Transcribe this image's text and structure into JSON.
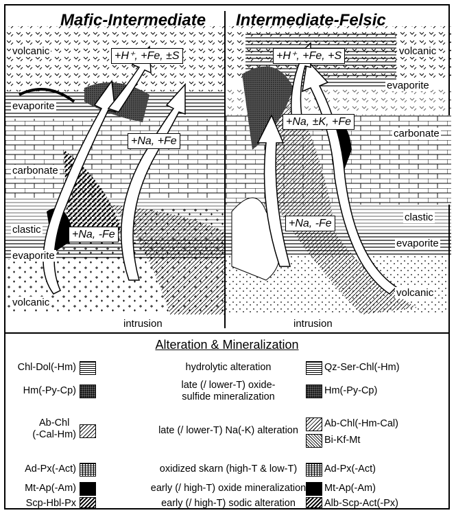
{
  "titles": {
    "left": "Mafic-Intermediate",
    "right": "Intermediate-Felsic"
  },
  "left_labels": {
    "volcanic_top": "volcanic",
    "evaporite_top": "evaporite",
    "carbonate": "carbonate",
    "clastic": "clastic",
    "evaporite_bottom": "evaporite",
    "volcanic_bottom": "volcanic",
    "intrusion": "intrusion"
  },
  "right_labels": {
    "volcanic_top": "volcanic",
    "evaporite_top": "evaporite",
    "carbonate": "carbonate",
    "clastic": "clastic",
    "evaporite_bottom": "evaporite",
    "volcanic_bottom": "volcanic",
    "intrusion": "intrusion"
  },
  "fluid_boxes": {
    "left_top": "+H⁺, +Fe, ±S",
    "left_mid": "+Na, +Fe",
    "left_bottom": "+Na, -Fe",
    "right_top": "+H⁺, +Fe, +S",
    "right_mid": "+Na, ±K, +Fe",
    "right_bottom": "+Na, -Fe"
  },
  "legend": {
    "title": "Alteration & Mineralization",
    "rows": [
      {
        "left": "Chl-Dol(-Hm)",
        "middle": "hydrolytic alteration",
        "right": "Qz-Ser-Chl(-Hm)",
        "pattern": "hlines"
      },
      {
        "left": "Hm(-Py-Cp)",
        "middle": "late (/ lower-T) oxide-\nsulfide mineralization",
        "right": "Hm(-Py-Cp)",
        "pattern": "dark"
      },
      {
        "left": "Ab-Chl\n(-Cal-Hm)",
        "middle": "late (/ lower-T) Na(-K) alteration",
        "right": "Ab-Chl(-Hm-Cal)",
        "right2": "Bi-Kf-Mt",
        "pattern": "diag"
      },
      {
        "left": "Ad-Px(-Act)",
        "middle": "oxidized skarn (high-T & low-T)",
        "right": "Ad-Px(-Act)",
        "pattern": "grid"
      },
      {
        "left": "Mt-Ap(-Am)",
        "middle": "early (/ high-T) oxide mineralization",
        "right": "Mt-Ap(-Am)",
        "pattern": "black"
      },
      {
        "left": "Scp-Hbl-Px",
        "middle": "early (/ high-T) sodic alteration",
        "right": "Alb-Scp-Act(-Px)",
        "pattern": "bold-diag"
      }
    ]
  },
  "colors": {
    "ink": "#000000",
    "paper": "#ffffff"
  }
}
